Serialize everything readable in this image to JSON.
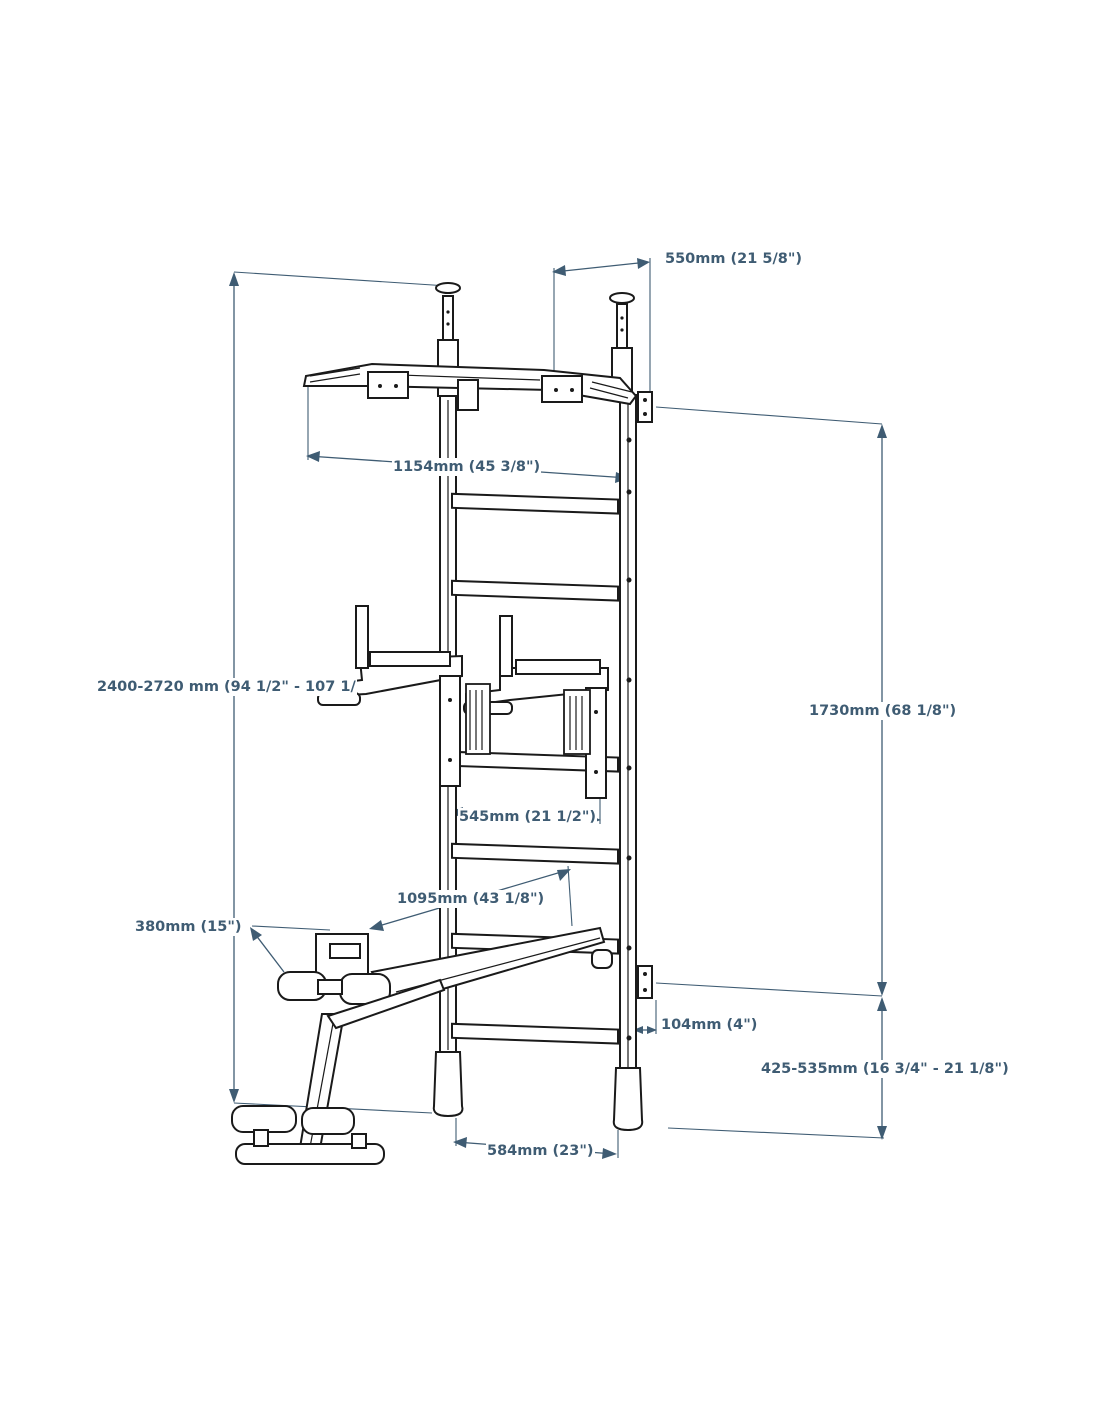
{
  "diagram": {
    "colors": {
      "dimension": "#3f5c73",
      "outline": "#1a1a1a",
      "background": "#ffffff"
    },
    "dimensions": {
      "depth_top": "550mm (21 5/8\")",
      "bar_width": "1154mm (45 3/8\")",
      "total_height": "2400-2720 mm (94 1/2\" - 107 1/",
      "side_height": "1730mm (68 1/8\")",
      "dip_width": "545mm (21 1/2\")",
      "bench_length": "1095mm (43 1/8\")",
      "bench_width": "380mm (15\")",
      "bracket_offset": "104mm (4\")",
      "bottom_height": "425-535mm (16 3/4\" - 21 1/8\")",
      "base_width": "584mm (23\")"
    }
  }
}
